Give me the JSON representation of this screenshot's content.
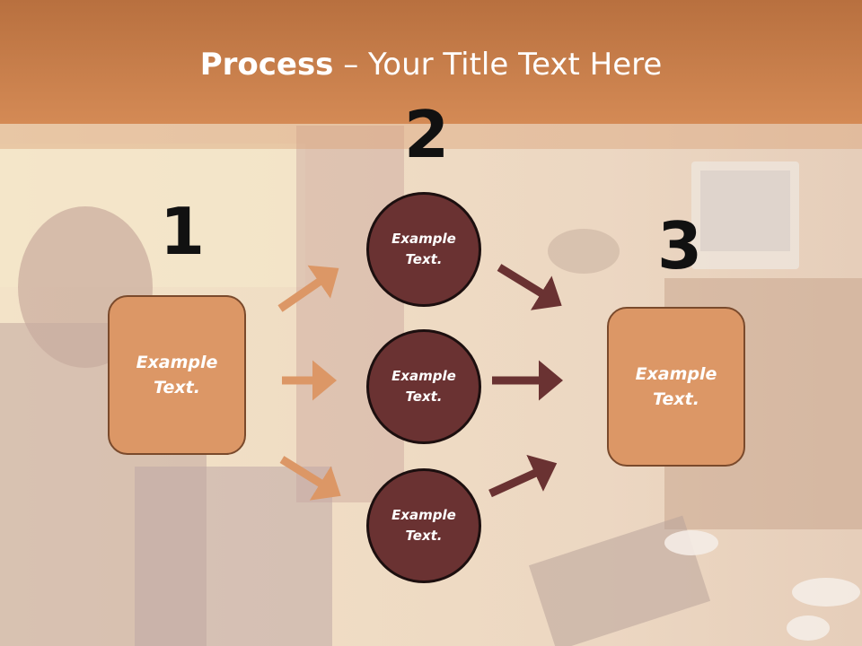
{
  "slide": {
    "title_bold": "Process",
    "title_rest": " – Your Title Text Here",
    "numbers": [
      "1",
      "2",
      "3"
    ],
    "left_box": "Example\nText.",
    "right_box": "Example\nText.",
    "circles": [
      "Example\nText.",
      "Example\nText.",
      "Example\nText."
    ]
  },
  "colors": {
    "title_band": "#c8804e",
    "box_fill": "#dc9766",
    "circle_fill": "#6a3232",
    "arrow_light": "#dc9766",
    "arrow_dark": "#6a3232"
  }
}
